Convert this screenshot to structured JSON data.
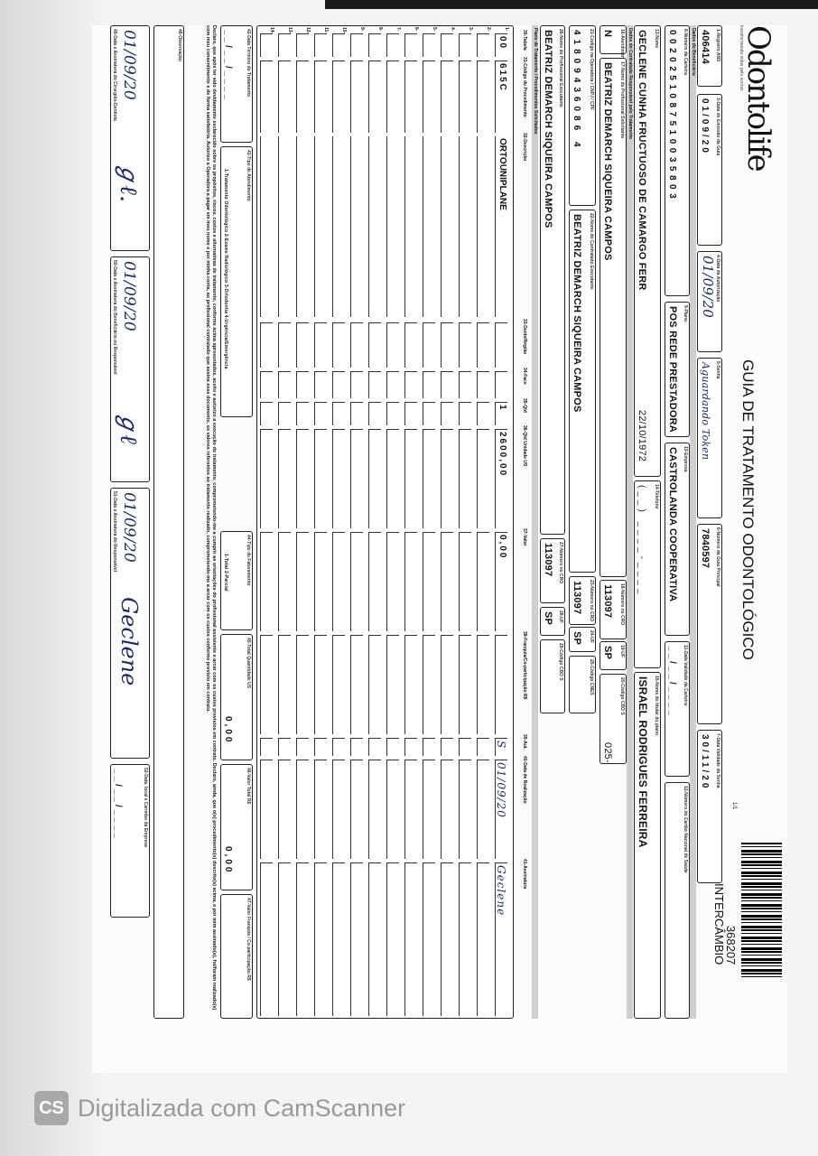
{
  "header": {
    "logo": "Odontolife",
    "logo_tagline": "transformando vidas pelo sorriso",
    "title": "GUIA DE TRATAMENTO ODONTOLÓGICO",
    "barcode_number": "368207",
    "barcode_type": "INTERCÂMBIO",
    "page": "1/1"
  },
  "guia": {
    "registro_ans_label": "1-Registro ANS",
    "registro_ans": "406414",
    "data_emissao_label": "3-Data de Emissão da Guia",
    "data_emissao": "01/09/20",
    "data_autorizacao_label": "4-Data da Autorização",
    "data_autorizacao": "01/09/20",
    "senha_label": "5-Senha",
    "senha": "Aguardando Token",
    "guia_principal_label": "6-Número da Guia Principal",
    "guia_principal": "7840597",
    "validade_senha_label": "7-Data Validade da Senha",
    "validade_senha": "30/11/20"
  },
  "beneficiario": {
    "section": "Dados do Beneficiário",
    "carteira_label": "8-Número da Carteira",
    "carteira": "0020251087510035803",
    "plano_label": "9-Plano",
    "plano": "POS REDE PRESTADORA",
    "empresa_label": "10-Empresa",
    "empresa": "CASTROLANDA COOPERATIVA",
    "validade_carteira_label": "11-Data Validade da Carteira",
    "validade_carteira": "__/__/____",
    "cns_label": "12-Número do Cartão Nacional de Saúde",
    "nome_label": "13-Nome",
    "nome": "GECLENE CUNHA FRUCTUOSO DE CAMARGO FERR",
    "data_nascimento": "22/10/1972",
    "telefone_label": "14-Telefone",
    "titular_label": "15-Nome do titular do plano",
    "titular": "ISRAEL RODRIGUES FERREIRA",
    "rn_label": "16-Atendimento a RN",
    "rn": "N"
  },
  "solicitante": {
    "section": "Dados do Contratado Responsável pelo Tratamento",
    "nome_label": "17-Nome do Profissional Solicitante",
    "nome": "BEATRIZ DEMARCH SIQUEIRA CAMPOS",
    "cro_label": "18-Número no CRO",
    "cro": "113097",
    "uf_label": "19-UF",
    "uf": "SP",
    "cbo_label": "20-Código CBO S",
    "cbo": "025-"
  },
  "contratado": {
    "codigo_label": "21-Código na Operadora / CNPJ / CPF",
    "codigo": "41809436086 4",
    "nome_label": "22-Nome do Contratado Executante",
    "nome": "BEATRIZ DEMARCH SIQUEIRA CAMPOS",
    "cro_label": "23-Número no CRO",
    "cro": "113097",
    "uf_label": "24-UF",
    "uf": "SP",
    "cnes_label": "25-Código CNES"
  },
  "executante": {
    "nome_label": "26-Nome do Profissional Executante",
    "nome": "BEATRIZ DEMARCH SIQUEIRA CAMPOS",
    "cro_label": "27-Número no CRO",
    "cro": "113097",
    "uf_label": "28-UF",
    "uf": "SP",
    "cbo_label": "29-Código CBO S"
  },
  "procedimentos": {
    "section": "Plano de Tratamento / Procedimentos Solicitados",
    "headers": [
      "30-Tabela",
      "31-Código do Procedimento",
      "32-Descrição",
      "33-Dente/Região",
      "34-Face",
      "35-Qtd",
      "36-Qtd Unidade US",
      "37-Valor",
      "38-Franquia/Co-participação R$",
      "39-Aut.",
      "40-Data de Realização",
      "41-Assinatura"
    ],
    "rows": [
      {
        "tabela": "00",
        "codigo": "615C",
        "descricao": "ORTOUNIPLANE",
        "dente": "",
        "face": "",
        "qtd": "1",
        "us": "2600,00",
        "valor": "0,00",
        "franquia": "",
        "aut": "S",
        "data": "01/09/20",
        "assinatura": "Geclene"
      }
    ],
    "empty_rows": 13
  },
  "totais": {
    "data_termino_label": "42-Data Término do Tratamento",
    "tipo_atendimento_label": "43-Tipo de Atendimento",
    "tipo_atendimento_opcoes": "1-Tratamento Odontológico 2-Exame Radiológico 3-Ortodontia 4-Urgência/Emergência",
    "tipo_faturamento_label": "44-Tipo de Faturamento",
    "tipo_faturamento_opcoes": "1-Total 2-Parcial",
    "total_us_label": "45-Total Quantidade US",
    "total_us": "0,00",
    "valor_total_label": "46-Valor Total R$",
    "valor_total": "0,00",
    "franquia_total_label": "47-Valor Franquia / Co-participação R$"
  },
  "declaracao": "Declaro, que após ter sido devidamente esclarecido sobre os propósitos, riscos, custos e alternativas de tratamento, conforme acima apresentados, aceito e autorizo a execução do tratamento, comprometendo-me a cumprir as orientações do profissional assistente e arcar com os custos previstos em contrato. Declaro, ainda, que o(s) procedimento(s) descrito(s) acima, e por mim assinado(s), foi/foram realizado(s) com meu consentimento e de forma satisfatória. Autorizo a Operadora a pagar em meu nome e por minha conta, ao profissional contratado que assina esse documento, os valores referentes ao tratamento realizado, comprometendo-me a arcar com os custos conforme previsto em contrato.",
  "observacao_label": "48-Observação",
  "assinaturas": {
    "data_profissional_label": "49-Data e Assinatura do Cirurgião-Dentista",
    "data_profissional": "01/09/20",
    "data_beneficiario_label": "50-Data e Assinatura do Beneficiário ou Responsável",
    "data_beneficiario": "01/09/20",
    "data_executante_label": "51-Data e Assinatura do Responsável",
    "data_executante": "01/09/20",
    "carimbo_label": "52-Data, local e Carimbo da Empresa",
    "carimbo": "__/__/____"
  },
  "footer": {
    "badge": "CS",
    "text": "Digitalizada com CamScanner"
  }
}
